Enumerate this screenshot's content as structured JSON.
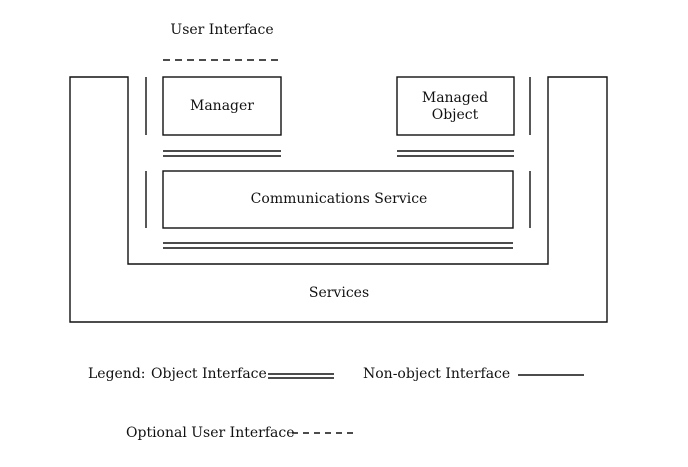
{
  "diagram": {
    "user_interface_label": "User Interface",
    "manager_label": "Manager",
    "managed_object_label_line1": "Managed",
    "managed_object_label_line2": "Object",
    "communications_service_label": "Communications Service",
    "services_label": "Services"
  },
  "legend": {
    "title": "Legend:",
    "object_interface_label": "Object Interface",
    "non_object_interface_label": "Non-object Interface",
    "optional_user_interface_label": "Optional User Interface"
  },
  "colors": {
    "line": "#111111",
    "background": "#ffffff"
  }
}
